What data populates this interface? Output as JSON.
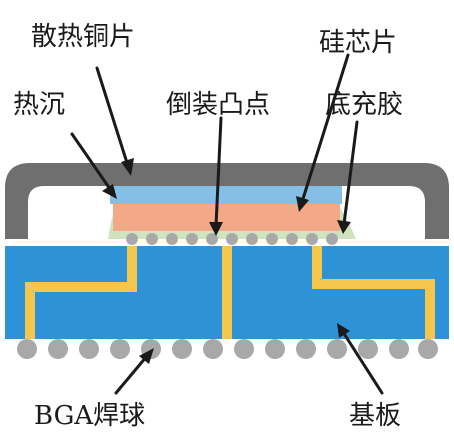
{
  "labels": {
    "heat_spreader": "散热铜片",
    "silicon_die": "硅芯片",
    "thermal_interface": "热沉",
    "flip_chip_bumps": "倒装凸点",
    "underfill": "底充胶",
    "bga_balls": "BGA焊球",
    "substrate": "基板"
  },
  "colors": {
    "lid": "#6f6f6f",
    "thermal_layer": "#86bfe6",
    "die": "#f3a985",
    "underfill": "#cfe3bf",
    "bumps": "#a9a9a9",
    "substrate": "#2e93d6",
    "traces": "#f5c64c",
    "balls": "#a8a8a8",
    "arrow": "#1a1a1a"
  }
}
